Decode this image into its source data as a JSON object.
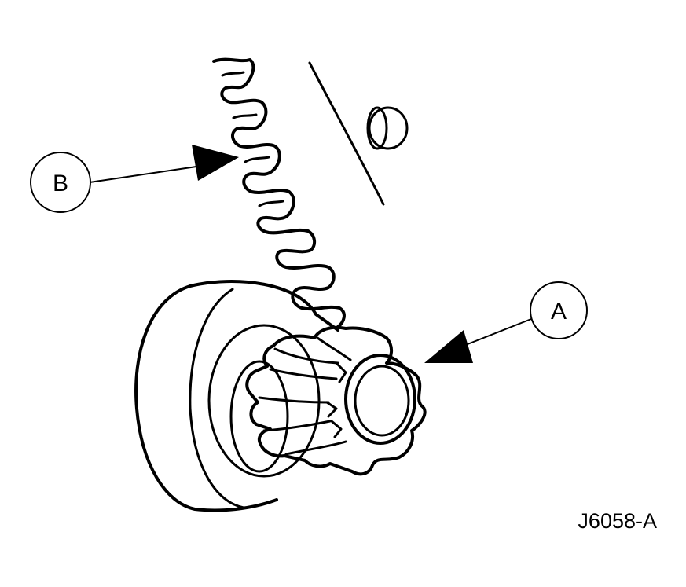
{
  "callouts": {
    "a": "A",
    "b": "B"
  },
  "figure_id": "J6058-A"
}
